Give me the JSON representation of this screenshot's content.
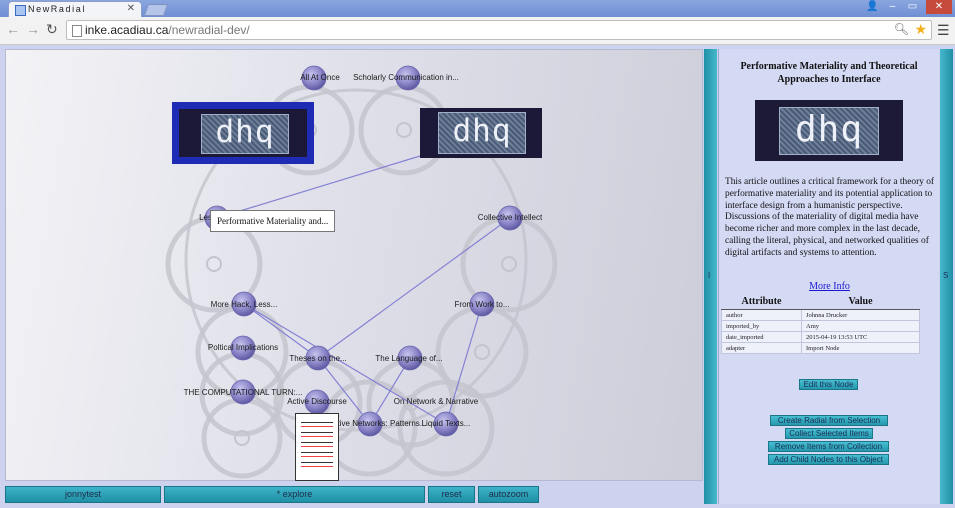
{
  "browser": {
    "tab_title": "NewRadial",
    "url_host": "inke.acadiau.ca",
    "url_path": "/newradial-dev/"
  },
  "canvas": {
    "tooltip": "Performative Materiality and...",
    "nodes": [
      {
        "label": "All At Once"
      },
      {
        "label": "Scholarly Communication in..."
      },
      {
        "label": "Lessness"
      },
      {
        "label": "Collective Intellect"
      },
      {
        "label": "More Hack, Less..."
      },
      {
        "label": "From Work to..."
      },
      {
        "label": "Poltical Implications"
      },
      {
        "label": "Theses on the..."
      },
      {
        "label": "The Language of..."
      },
      {
        "label": "THE COMPUTATIONAL TURN:..."
      },
      {
        "label": "Active Discourse"
      },
      {
        "label": "On Network & Narrative"
      },
      {
        "label": "Narrative Networks: Patterns..."
      },
      {
        "label": "Liquid Texts..."
      }
    ],
    "thumb_text": "dhq"
  },
  "bottom_bar": {
    "user": "jonnytest",
    "mode": "* explore",
    "reset": "reset",
    "autozoom": "autozoom"
  },
  "panel": {
    "left_rail": "I",
    "right_rail": "S",
    "title": "Performative Materiality and Theoretical Approaches to Interface",
    "image_text": "dhq",
    "description": "This article outlines a critical framework for a theory of performative materiality and its potential application to interface design from a humanistic perspective. Discussions of the materiality of digital media have become richer and more complex in the last decade, calling the literal, physical, and networked qualities of digital artifacts and systems to attention.",
    "more_info": "More Info",
    "table_headers": {
      "attribute": "Attribute",
      "value": "Value"
    },
    "attributes": [
      {
        "attribute": "author",
        "value": "Johnna Drucker"
      },
      {
        "attribute": "imported_by",
        "value": "Amy"
      },
      {
        "attribute": "date_imported",
        "value": "2015-04-19 13:53 UTC"
      },
      {
        "attribute": "adapter",
        "value": "Import Node"
      }
    ],
    "buttons": {
      "edit": "Edit this Node",
      "create_radial": "Create Radial from Selection",
      "collect": "Collect Selected Items",
      "remove": "Remove Items from Collection",
      "add_child": "Add Child Nodes to this Object"
    }
  },
  "colors": {
    "accent": "#2598ae",
    "node_fill": "#8b86c8",
    "selected_border": "#1d2bb5"
  }
}
